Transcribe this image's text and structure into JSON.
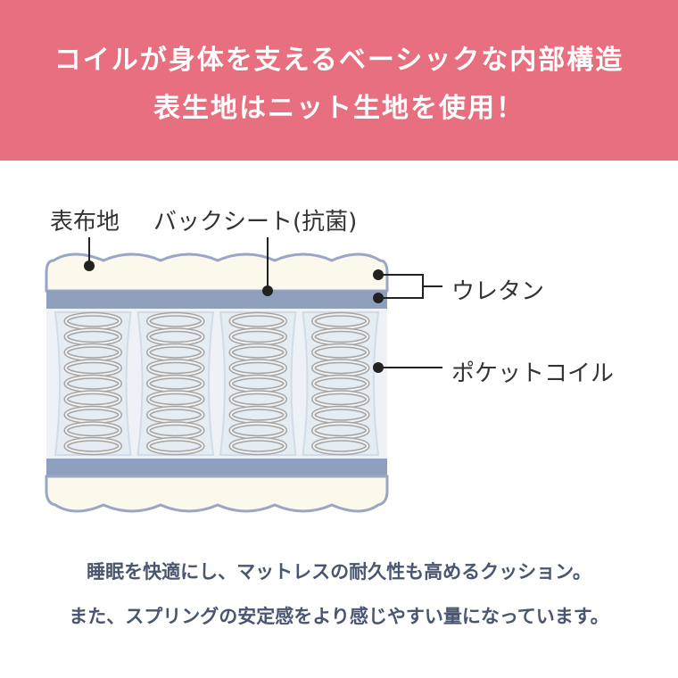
{
  "banner": {
    "line1": "コイルが身体を支えるベーシックな内部構造",
    "line2": "表生地はニット生地を使用！",
    "color": "#e76f7f"
  },
  "diagram": {
    "labels": {
      "cover_fabric": "表布地",
      "back_sheet": "バックシート(抗菌)",
      "urethane": "ウレタン",
      "pocket_coil": "ポケットコイル"
    },
    "colors": {
      "cushion": "#fbf8ec",
      "cushion_outline": "#9aa6c4",
      "back_sheet": "#8fa0bf",
      "pocket": "#e5ecf2",
      "spring": "#a4a4a4",
      "leader": "#222222"
    },
    "coil_count": 4
  },
  "caption": {
    "line1": "睡眠を快適にし、マットレスの耐久性も高めるクッション。",
    "line2": "また、スプリングの安定感をより感じやすい量になっています。"
  }
}
